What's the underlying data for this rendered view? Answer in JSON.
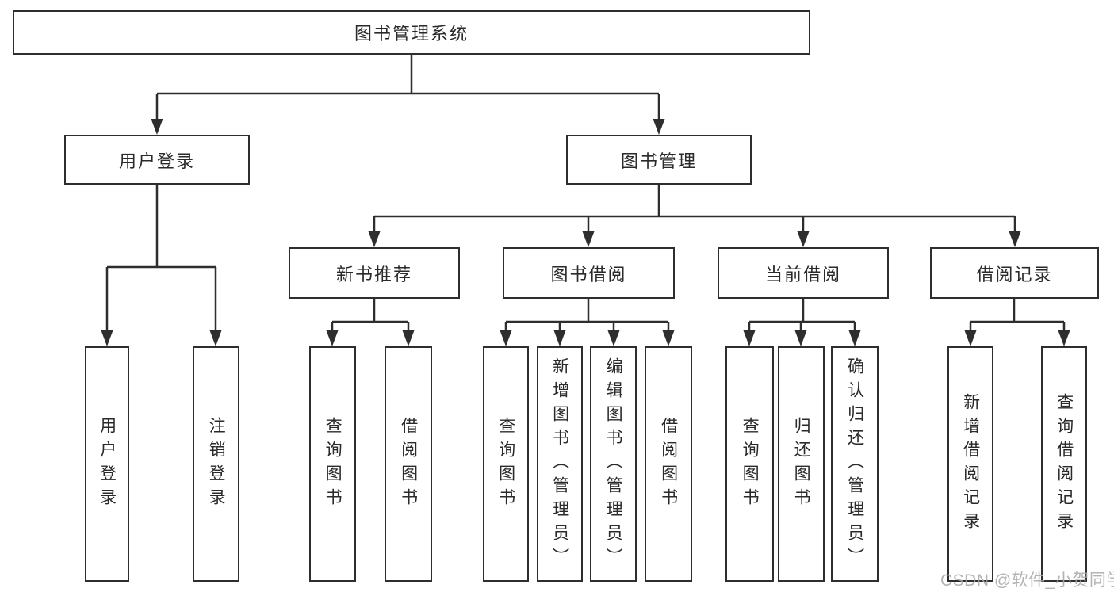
{
  "root": {
    "label": "图书管理系统"
  },
  "level2": [
    {
      "id": "user-login",
      "label": "用户登录",
      "parent": "图书管理系统"
    },
    {
      "id": "book-management",
      "label": "图书管理",
      "parent": "图书管理系统"
    }
  ],
  "level3": [
    {
      "id": "new-book-recommendation",
      "label": "新书推荐",
      "parent": "图书管理"
    },
    {
      "id": "book-borrowing",
      "label": "图书借阅",
      "parent": "图书管理"
    },
    {
      "id": "current-borrowing",
      "label": "当前借阅",
      "parent": "图书管理"
    },
    {
      "id": "borrowing-records",
      "label": "借阅记录",
      "parent": "图书管理"
    }
  ],
  "leaves": [
    {
      "id": "user-login-leaf",
      "label": "用户登录",
      "parent": "用户登录"
    },
    {
      "id": "logout",
      "label": "注销登录",
      "parent": "用户登录"
    },
    {
      "id": "query-books-recommend",
      "label": "查询图书",
      "parent": "新书推荐"
    },
    {
      "id": "borrow-books-recommend",
      "label": "借阅图书",
      "parent": "新书推荐"
    },
    {
      "id": "query-books-borrow",
      "label": "查询图书",
      "parent": "图书借阅"
    },
    {
      "id": "add-book-admin",
      "label": "新增图书（管理员）",
      "parent": "图书借阅"
    },
    {
      "id": "edit-book-admin",
      "label": "编辑图书（管理员）",
      "parent": "图书借阅"
    },
    {
      "id": "borrow-books",
      "label": "借阅图书",
      "parent": "图书借阅"
    },
    {
      "id": "query-books-current",
      "label": "查询图书",
      "parent": "当前借阅"
    },
    {
      "id": "return-books",
      "label": "归还图书",
      "parent": "当前借阅"
    },
    {
      "id": "confirm-return-admin",
      "label": "确认归还（管理员）",
      "parent": "当前借阅"
    },
    {
      "id": "add-borrow-record",
      "label": "新增借阅记录",
      "parent": "借阅记录"
    },
    {
      "id": "query-borrow-record",
      "label": "查询借阅记录",
      "parent": "借阅记录"
    }
  ],
  "watermark": "CSDN @软件_小贺同学",
  "colors": {
    "line": "#2e2e2e",
    "text": "#2a2a2a",
    "box_background": "#ffffff",
    "watermark": "#a8a8a8"
  }
}
